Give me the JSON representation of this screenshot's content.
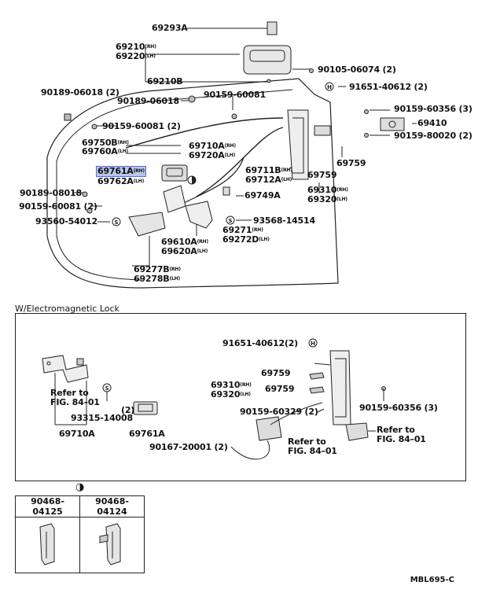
{
  "labels": {
    "p69293A": "69293A",
    "p69210": "69210",
    "p69210_sfx": "(RH)",
    "p69220": "69220",
    "p69220_sfx": "(LH)",
    "p69210B": "69210B",
    "p90105": "90105-06074 (2)",
    "p90189_06018_2": "90189-06018 (2)",
    "p90189_06018": "90189-06018",
    "p90159_60081_top": "90159-60081",
    "p91651": "91651-40612 (2)",
    "p90159_60356": "90159-60356 (3)",
    "p69410": "69410",
    "p90159_80020": "90159-80020 (2)",
    "p90159_60081_2": "90159-60081 (2)",
    "p69750B": "69750B",
    "p69760A": "69760A",
    "p69710A": "69710A",
    "p69720A": "69720A",
    "p69761A": "69761A",
    "p69762A": "69762A",
    "p69711B": "69711B",
    "p69712A": "69712A",
    "p69759a": "69759",
    "p69759b": "69759",
    "p69310": "69310",
    "p69320": "69320",
    "p90189_08018": "90189-08018",
    "p90159_60081_left": "90159-60081 (2)",
    "p69749A": "69749A",
    "p93568": "93568-14514",
    "p93560": "93560-54012",
    "p69271": "69271",
    "p69272D": "69272D",
    "p69610A": "69610A",
    "p69620A": "69620A",
    "p69277B": "69277B",
    "p69278B": "69278B",
    "rh": "(RH)",
    "lh": "(LH)"
  },
  "section": {
    "title": "W/Electromagnetic Lock",
    "labels": {
      "p91651": "91651-40612(2)",
      "p69759a": "69759",
      "p69759b": "69759",
      "p69310": "69310",
      "p69320": "69320",
      "refer1a": "Refer to",
      "refer1b": "FIG. 84–01",
      "p93315": "93315-14008",
      "p2": "(2)",
      "p69710A": "69710A",
      "p69761A": "69761A",
      "p90159_60329": "90159-60329 (2)",
      "p90159_60356": "90159-60356 (3)",
      "refer2a": "Refer to",
      "refer2b": "FIG. 84–01",
      "refer3a": "Refer to",
      "refer3b": "FIG. 84–01",
      "p90167": "90167-20001 (2)"
    }
  },
  "reference_table": {
    "symbol": "◑",
    "col1": "90468-04125",
    "col2": "90468-04124"
  },
  "figure_code": "MBL695-C",
  "symbols": {
    "s": "S",
    "h": "H"
  }
}
